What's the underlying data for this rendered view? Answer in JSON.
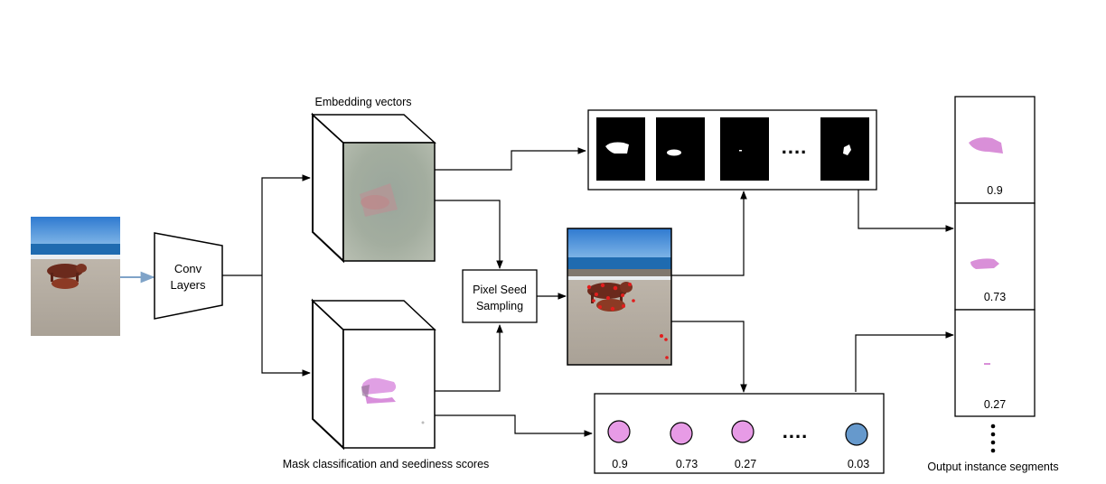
{
  "labels": {
    "conv_line1": "Conv",
    "conv_line2": "Layers",
    "embedding": "Embedding vectors",
    "mask_classification": "Mask classification and seediness scores",
    "pixel_seed_line1": "Pixel Seed",
    "pixel_seed_line2": "Sampling",
    "output_segments": "Output instance segments",
    "mask_ellipsis": "....",
    "score_ellipsis": "...."
  },
  "scores": [
    {
      "label": "0.9",
      "color": "#e79be6"
    },
    {
      "label": "0.73",
      "color": "#e79be6"
    },
    {
      "label": "0.27",
      "color": "#e79be6"
    },
    {
      "label": "0.03",
      "color": "#6699cc"
    }
  ],
  "outputs": [
    {
      "score": "0.9"
    },
    {
      "score": "0.73"
    },
    {
      "score": "0.27"
    }
  ],
  "colors": {
    "line": "#000000",
    "input_arrow": "#7fa3c8",
    "segment_pink": "#d98fd8",
    "seed_red": "#e21d1d",
    "sky": "#3f86d2",
    "sea": "#1f6bb0",
    "sand": "#b9b1a6"
  }
}
